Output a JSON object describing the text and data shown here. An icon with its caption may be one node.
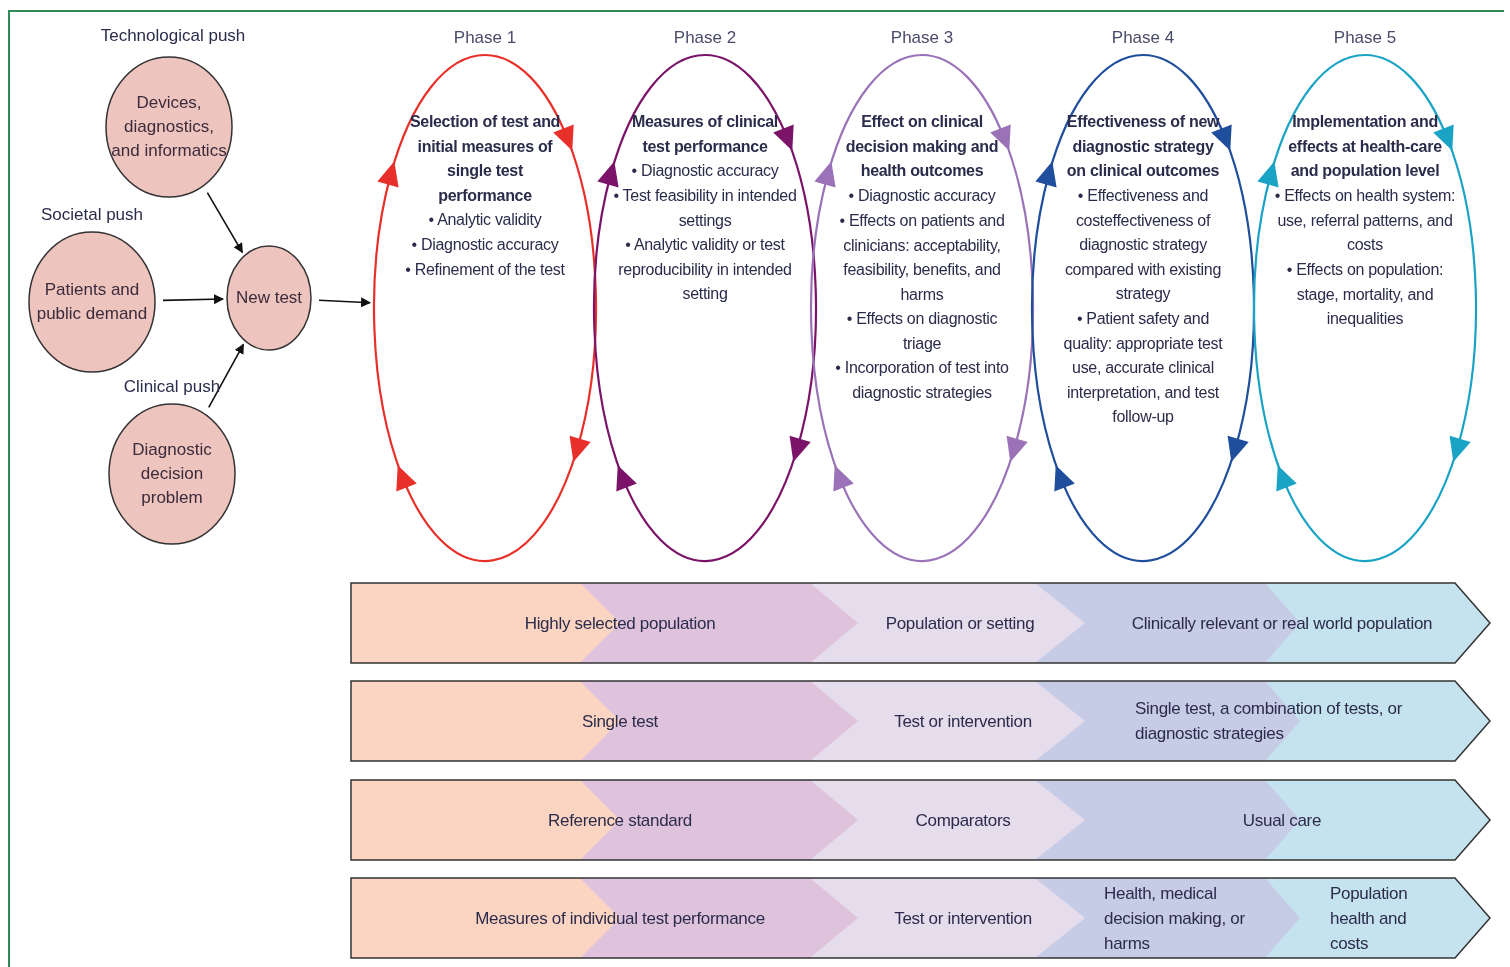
{
  "diagram": {
    "nodes": [
      {
        "text": [
          "Devices, diagnostics, and informatics"
        ],
        "beside": [
          "Technological push"
        ]
      },
      {
        "text": [
          "Patients and public demand"
        ],
        "beside": [
          "Societal push"
        ]
      },
      {
        "text": [
          "New test"
        ]
      },
      {
        "text": [
          "Diagnostic decision problem"
        ],
        "beside": [
          "Clinical push"
        ]
      },
      {
        "text": [
          "Phase 1",
          "Selection of test and initial measures of single test performance",
          "• Analytic validity",
          "• Diagnostic accuracy",
          "• Refinement of the test"
        ]
      },
      {
        "text": [
          "Phase 2",
          "Measures of clinical test performance",
          "• Diagnostic accuracy",
          "• Test feasibility in intended settings",
          "• Analytic validity or test reproducibility in intended setting"
        ]
      },
      {
        "text": [
          "Phase 3",
          "Effect on clinical decision making and health outcomes",
          "• Diagnostic accuracy",
          "• Effects on patients and clinicians: acceptability, feasibility, benefits, and harms",
          "• Effects on diagnostic triage",
          "• Incorporation of test into diagnostic strategies"
        ]
      },
      {
        "text": [
          "Phase 4",
          "Effectiveness of new diagnostic strategy on clinical outcomes",
          "• Effectiveness and costeffectiveness of diagnostic strategy compared with existing strategy",
          "• Patient safety and quality: appropriate test use, accurate clinical interpretation, and test follow-up"
        ]
      },
      {
        "text": [
          "Phase 5",
          "Implementation and effects at health-care and population level",
          "• Effects on health system: use, referral patterns, and costs",
          "• Effects on population: stage, mortality, and inequalities"
        ]
      },
      {
        "text": [
          "Highly selected population",
          "Population or setting",
          "Clinically relevant or real world population"
        ]
      },
      {
        "text": [
          "Single test",
          "Test or intervention",
          "Single test, a combination of tests, or diagnostic strategies"
        ]
      },
      {
        "text": [
          "Reference standard",
          "Comparators",
          "Usual care"
        ]
      },
      {
        "text": [
          "Measures of individual test performance",
          "Test or intervention",
          "Health, medical decision making, or harms",
          "Population health and costs"
        ]
      }
    ],
    "edges": [
      {
        "from": 0,
        "to": 2,
        "arrow": "to"
      },
      {
        "from": 1,
        "to": 2,
        "arrow": "to"
      },
      {
        "from": 3,
        "to": 2,
        "arrow": "to"
      },
      {
        "from": 2,
        "to": 4,
        "arrow": "to"
      }
    ]
  }
}
